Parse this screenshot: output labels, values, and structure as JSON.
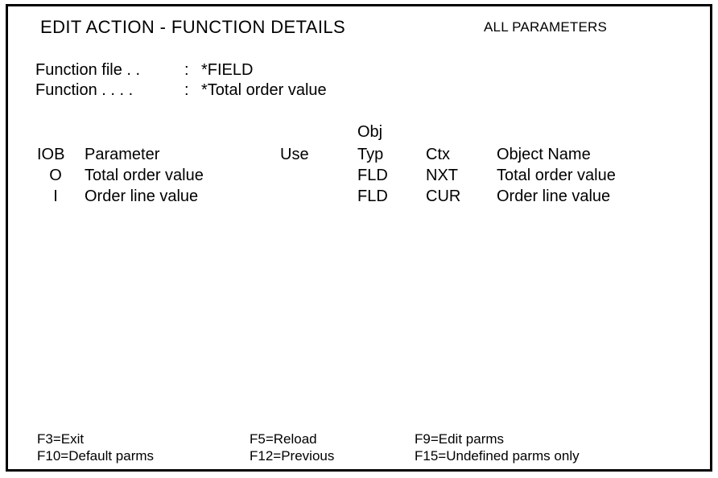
{
  "screen": {
    "title": "EDIT ACTION - FUNCTION DETAILS",
    "mode_indicator": "ALL PARAMETERS",
    "border_color": "#000000",
    "text_color": "#000000",
    "background_color": "#ffffff"
  },
  "info_fields": [
    {
      "label": "Function file . .",
      "separator": ":",
      "value": "*FIELD"
    },
    {
      "label": "Function . . . .",
      "separator": ":",
      "value": "*Total order value"
    }
  ],
  "table": {
    "header_upper": {
      "obj": "Obj"
    },
    "headers": {
      "iob": "IOB",
      "parameter": "Parameter",
      "use": "Use",
      "typ": "Typ",
      "ctx": "Ctx",
      "object_name": "Object Name"
    },
    "rows": [
      {
        "iob": "O",
        "parameter": "Total order value",
        "use": "",
        "typ": "FLD",
        "ctx": "NXT",
        "object_name": "Total order value"
      },
      {
        "iob": "I",
        "parameter": "Order line value",
        "use": "",
        "typ": "FLD",
        "ctx": "CUR",
        "object_name": "Order line value"
      }
    ]
  },
  "function_keys": {
    "column_0": [
      {
        "key": "F3",
        "label": "F3=Exit"
      },
      {
        "key": "F10",
        "label": "F10=Default parms"
      }
    ],
    "column_1": [
      {
        "key": "F5",
        "label": "F5=Reload"
      },
      {
        "key": "F12",
        "label": "F12=Previous"
      }
    ],
    "column_2": [
      {
        "key": "F9",
        "label": "F9=Edit parms"
      },
      {
        "key": "F15",
        "label": "F15=Undefined parms only"
      }
    ]
  }
}
